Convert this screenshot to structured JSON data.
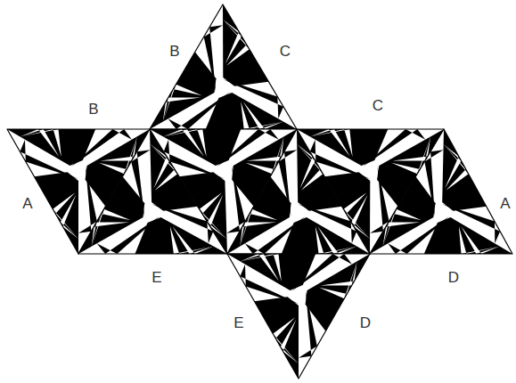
{
  "diagram": {
    "labels": [
      "B",
      "C",
      "B",
      "C",
      "A",
      "A",
      "E",
      "D",
      "E",
      "D"
    ]
  }
}
